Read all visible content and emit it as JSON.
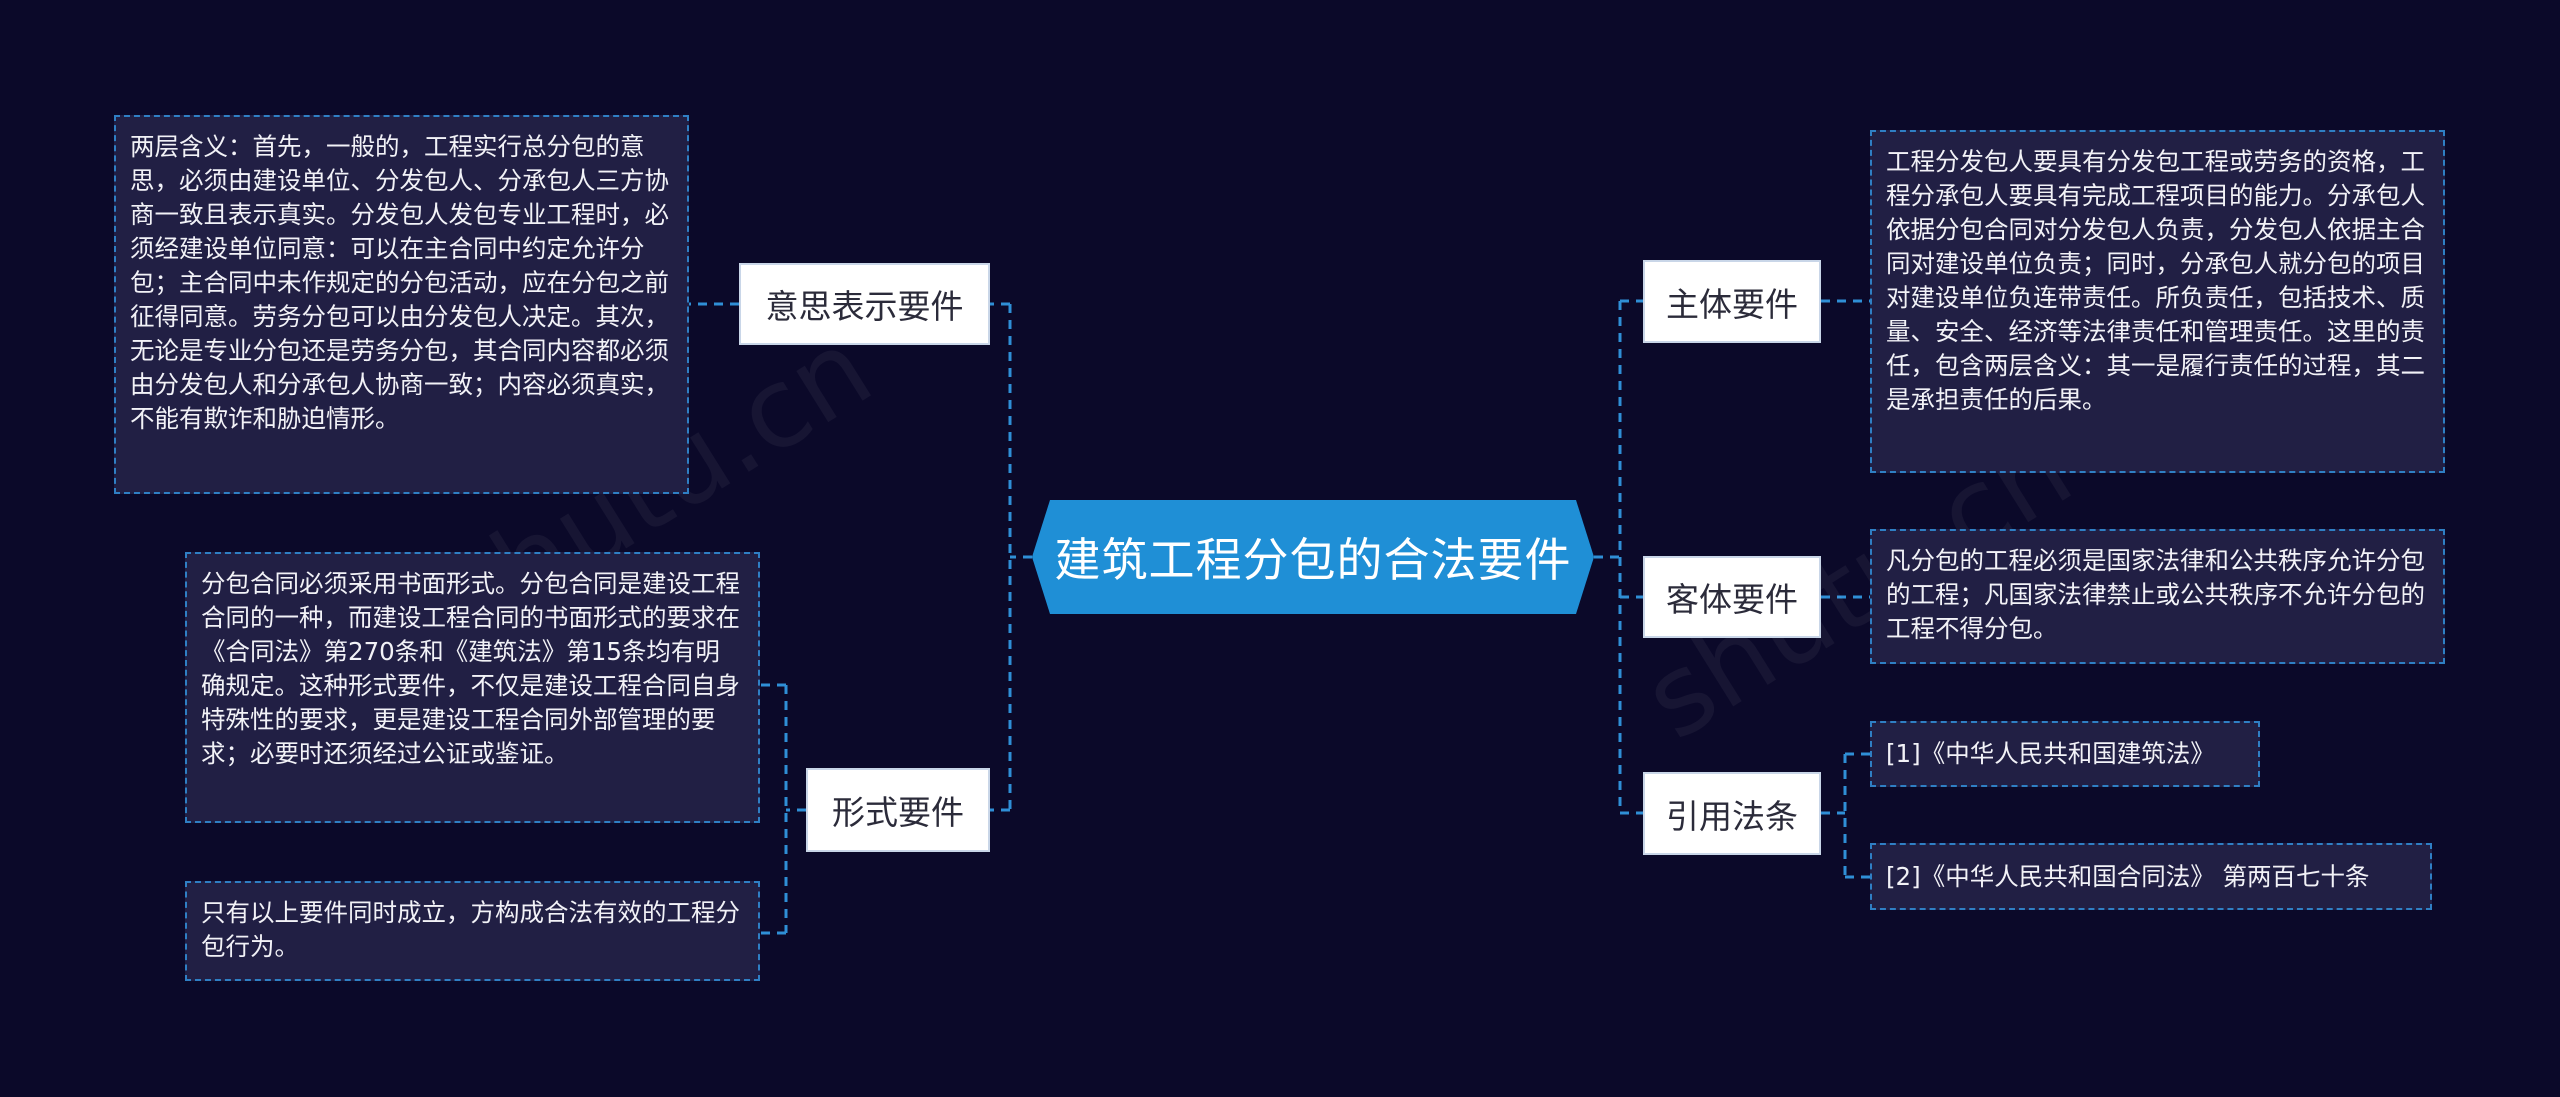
{
  "root": {
    "label": "建筑工程分包的合法要件"
  },
  "branches": {
    "left_1": {
      "label": "意思表示要件"
    },
    "left_2": {
      "label": "形式要件"
    },
    "right_1": {
      "label": "主体要件"
    },
    "right_2": {
      "label": "客体要件"
    },
    "right_3": {
      "label": "引用法条"
    }
  },
  "leaves": {
    "intent": "两层含义：首先，一般的，工程实行总分包的意思，必须由建设单位、分发包人、分承包人三方协商一致且表示真实。分发包人发包专业工程时，必须经建设单位同意：可以在主合同中约定允许分包；主合同中未作规定的分包活动，应在分包之前征得同意。劳务分包可以由分发包人决定。其次，无论是专业分包还是劳务分包，其合同内容都必须由分发包人和分承包人协商一致；内容必须真实，不能有欺诈和胁迫情形。",
    "form_1": "分包合同必须采用书面形式。分包合同是建设工程合同的一种，而建设工程合同的书面形式的要求在《合同法》第270条和《建筑法》第15条均有明确规定。这种形式要件，不仅是建设工程合同自身特殊性的要求，更是建设工程合同外部管理的要求；必要时还须经过公证或鉴证。",
    "form_2": "只有以上要件同时成立，方构成合法有效的工程分包行为。",
    "subject": "工程分发包人要具有分发包工程或劳务的资格，工程分承包人要具有完成工程项目的能力。分承包人依据分包合同对分发包人负责，分发包人依据主合同对建设单位负责；同时，分承包人就分包的项目对建设单位负连带责任。所负责任，包括技术、质量、安全、经济等法律责任和管理责任。这里的责任，包含两层含义：其一是履行责任的过程，其二是承担责任的后果。",
    "object": "凡分包的工程必须是国家法律和公共秩序允许分包的工程；凡国家法律禁止或公共秩序不允许分包的工程不得分包。",
    "law_1": "[1]《中华人民共和国建筑法》",
    "law_2": "[2]《中华人民共和国合同法》 第两百七十条"
  },
  "colors": {
    "background": "#0b0929",
    "root_fill": "#1f8fd6",
    "connector": "#2f8fd6",
    "leaf_fill": "#211f44",
    "leaf_border": "#2f7fc4"
  },
  "icons": {}
}
